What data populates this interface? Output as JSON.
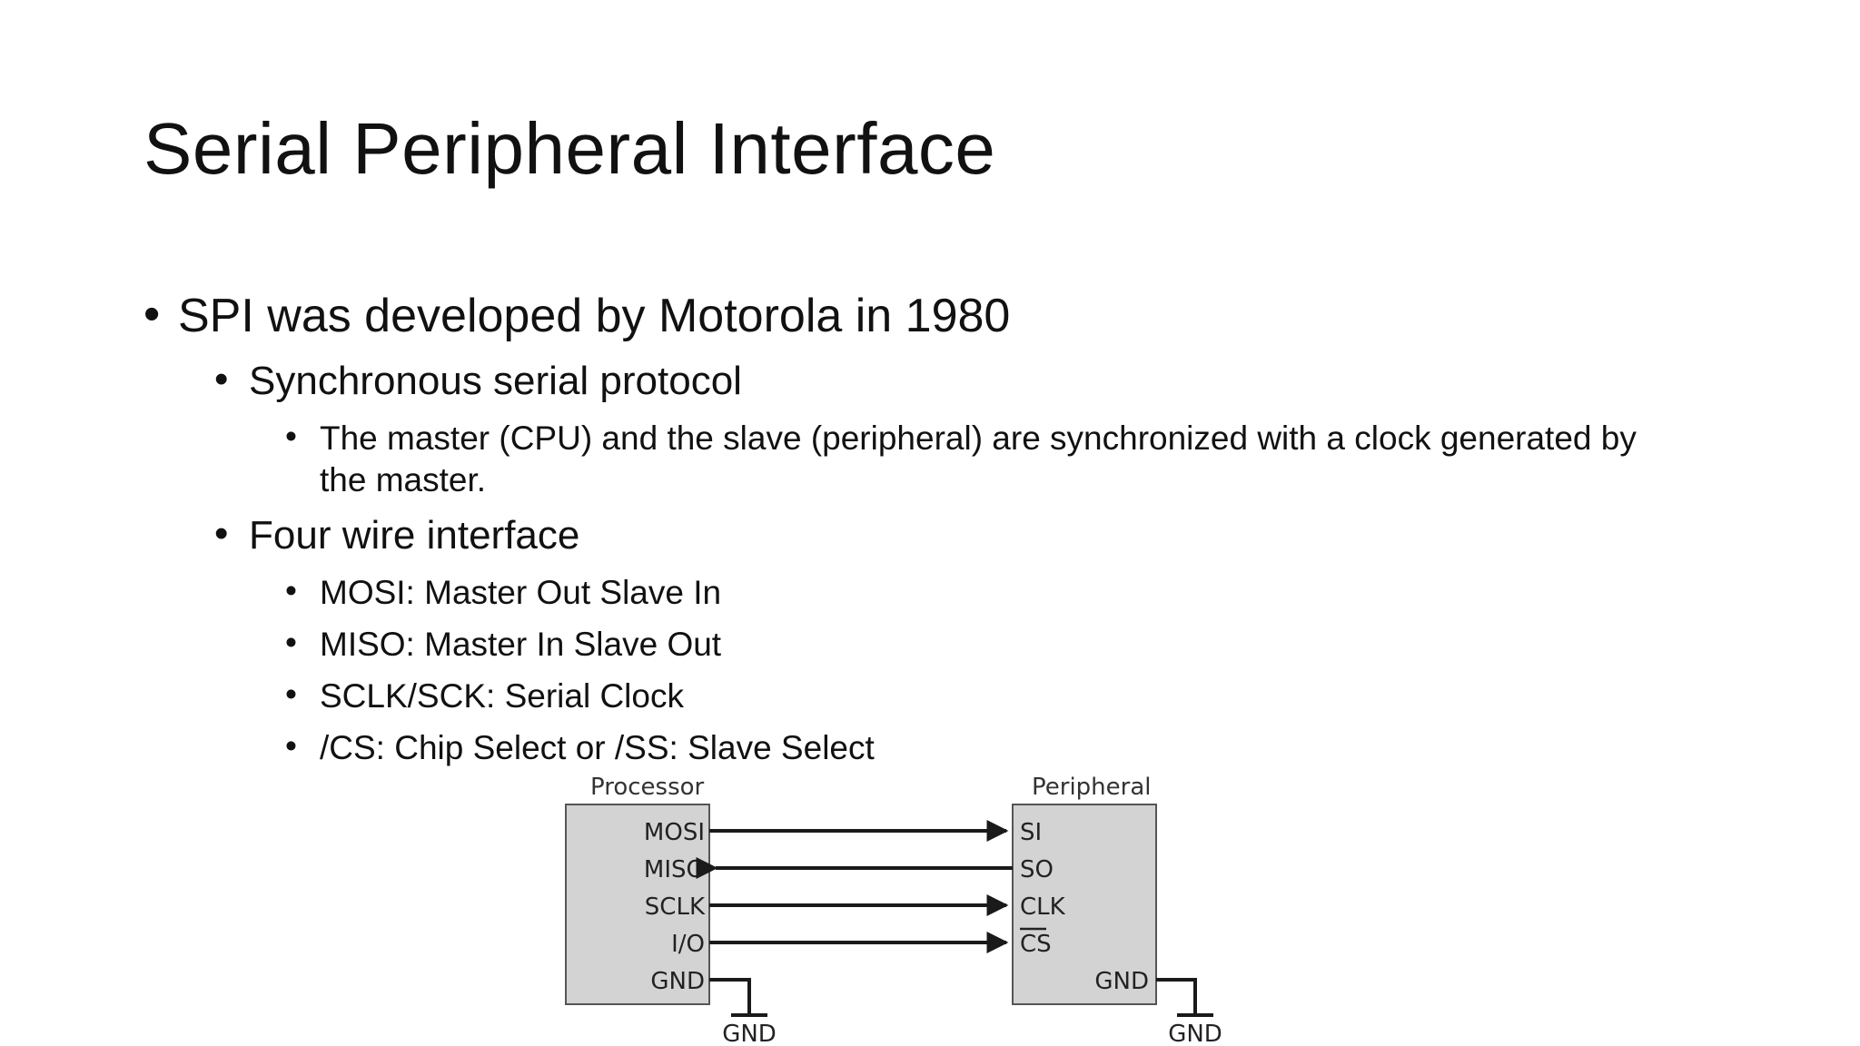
{
  "slide": {
    "title": "Serial Peripheral Interface",
    "bullets": {
      "b1": "SPI was developed by Motorola in 1980",
      "b1_1": "Synchronous serial protocol",
      "b1_1_1_line1": "The master (CPU) and the slave (peripheral) are synchronized with a clock generated by",
      "b1_1_1_line2": "the master.",
      "b1_2": "Four wire interface",
      "b1_2_1": "MOSI: Master Out Slave In",
      "b1_2_2": "MISO: Master In Slave Out",
      "b1_2_3": "SCLK/SCK: Serial Clock",
      "b1_2_4": "/CS: Chip Select or /SS: Slave Select"
    },
    "bullet_glyph": "•"
  },
  "diagram": {
    "processor_label": "Processor",
    "peripheral_label": "Peripheral",
    "processor_pins": [
      "MOSI",
      "MISO",
      "SCLK",
      "I/O",
      "GND"
    ],
    "peripheral_pins": [
      "SI",
      "SO",
      "CLK",
      "CS",
      "GND"
    ],
    "ground_label_left": "GND",
    "ground_label_right": "GND",
    "box_fill": "#d3d3d3",
    "line_color": "#1a1a1a"
  }
}
